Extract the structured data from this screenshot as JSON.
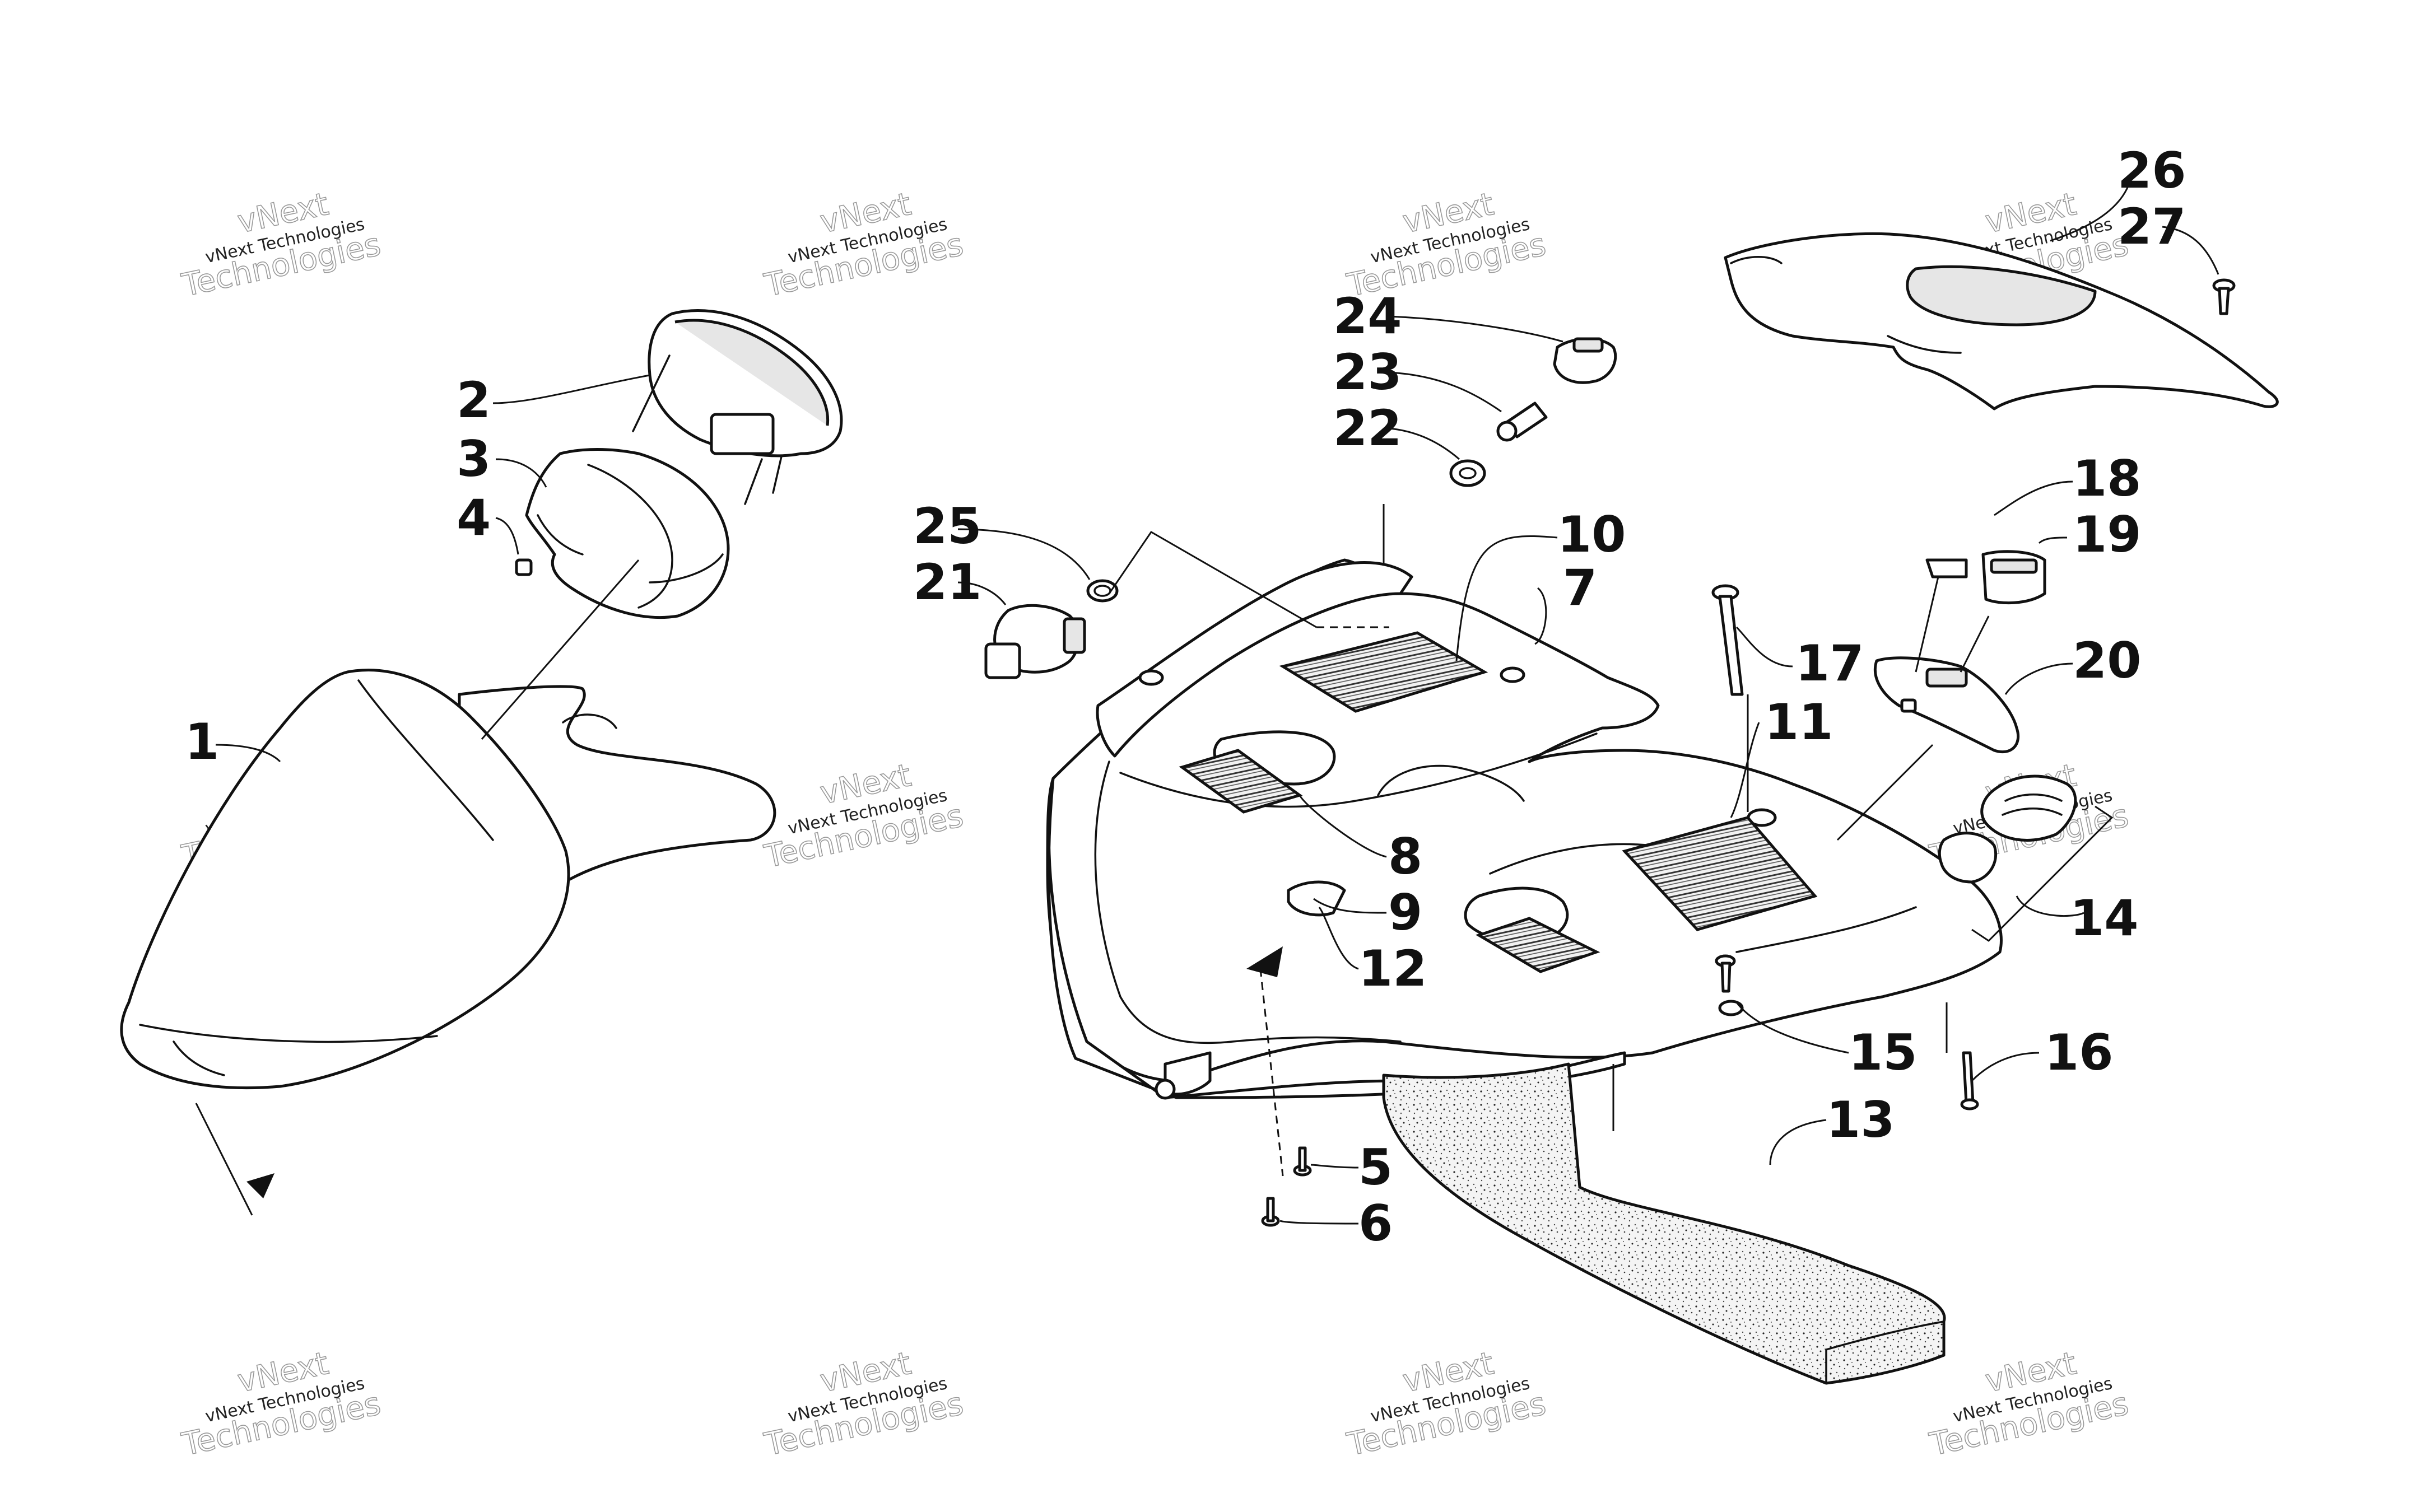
{
  "watermark": {
    "line1": "vNext Technologies",
    "line2": "vNext",
    "line3": "Technologies"
  },
  "callouts": [
    "1",
    "2",
    "3",
    "4",
    "5",
    "6",
    "7",
    "8",
    "9",
    "10",
    "11",
    "12",
    "13",
    "14",
    "15",
    "16",
    "17",
    "18",
    "19",
    "20",
    "21",
    "22",
    "23",
    "24",
    "25",
    "26",
    "27"
  ],
  "colors": {
    "ink": "#111111",
    "paper": "#ffffff",
    "shade": "#e6e6e6",
    "watermark_outline": "#999999"
  }
}
